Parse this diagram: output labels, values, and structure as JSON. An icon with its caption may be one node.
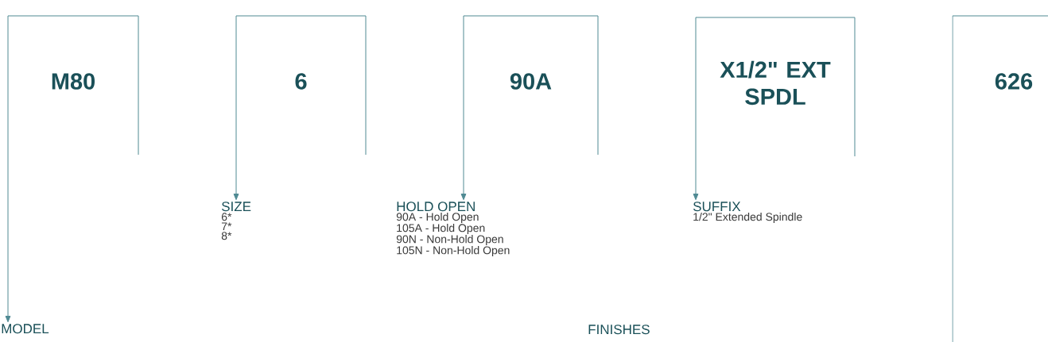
{
  "diagram": {
    "nodes": [
      {
        "text": [
          "M80"
        ]
      },
      {
        "text": [
          "6"
        ]
      },
      {
        "text": [
          "90A"
        ]
      },
      {
        "text": [
          "X1/2\" EXT SPDL"
        ]
      },
      {
        "text": [
          "626"
        ]
      },
      {
        "text": [
          "MODEL"
        ]
      },
      {
        "text": [
          "SIZE",
          "6*",
          "7*",
          "8*"
        ]
      },
      {
        "text": [
          "HOLD OPEN",
          "90A - Hold Open",
          "105A - Hold Open",
          "90N - Non-Hold Open",
          "105N - Non-Hold Open"
        ]
      },
      {
        "text": [
          "SUFFIX",
          "1/2\" Extended Spindle"
        ]
      }
    ],
    "edges": [
      {
        "from": 0,
        "to": 5,
        "arrow": "to"
      },
      {
        "from": 1,
        "to": 6,
        "arrow": "to"
      },
      {
        "from": 2,
        "to": 7,
        "arrow": "to"
      },
      {
        "from": 3,
        "to": 8,
        "arrow": "to"
      }
    ],
    "labels": [
      "FINISHES"
    ]
  }
}
